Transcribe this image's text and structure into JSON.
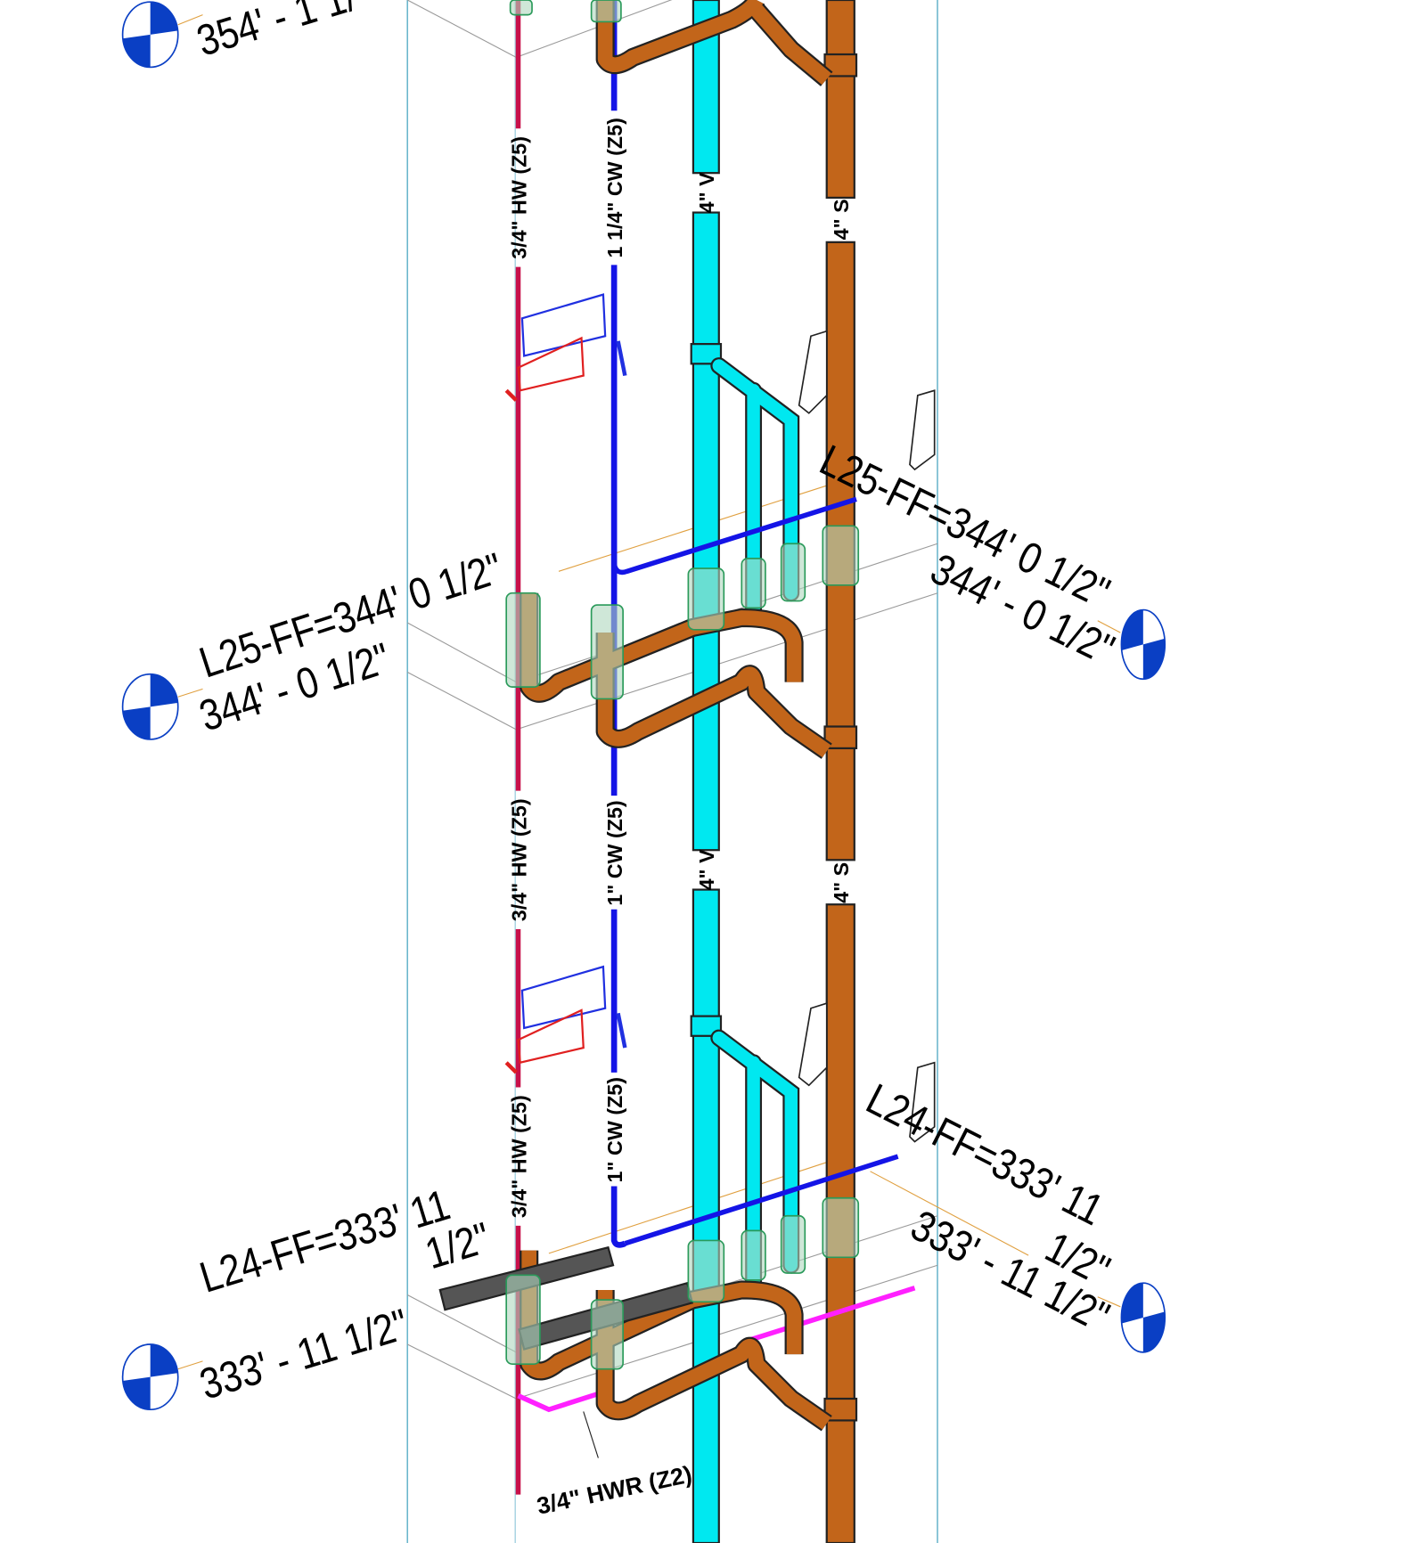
{
  "colors": {
    "hot_water": "#c8104a",
    "cold_water": "#1414e6",
    "vent": "#00e8f0",
    "sanitary": "#c2651a",
    "hot_water_return": "#ff20ff",
    "level_marker": "#0a3fc4",
    "grid_line": "#5fb0c8"
  },
  "levels": {
    "top_left": {
      "elevation": "354' - 1 1/"
    },
    "l25_left": {
      "name": "L25-FF=344'  0 1/2\"",
      "elevation": "344' - 0 1/2\""
    },
    "l25_right": {
      "name": "L25-FF=344'  0 1/2\"",
      "elevation": "344' - 0 1/2\""
    },
    "l24_left": {
      "name_line1": "L24-FF=333'  11",
      "name_line2": "1/2\"",
      "elevation": "333' - 11 1/2\""
    },
    "l24_right": {
      "name_line1": "L24-FF=333'  11",
      "name_line2": "1/2\"",
      "elevation": "333' - 11 1/2\""
    }
  },
  "pipe_labels": {
    "upper": {
      "hw": "3/4\" HW (Z5)",
      "cw": "1 1/4\" CW (Z5)",
      "v": "4\" V",
      "s": "4\" S"
    },
    "middle": {
      "hw": "3/4\" HW (Z5)",
      "cw": "1\" CW (Z5)",
      "v": "4\" V",
      "s": "4\" S"
    },
    "lower": {
      "hw": "3/4\" HW (Z5)",
      "cw": "1\" CW (Z5)"
    },
    "hwr": "3/4\" HWR (Z2)"
  }
}
